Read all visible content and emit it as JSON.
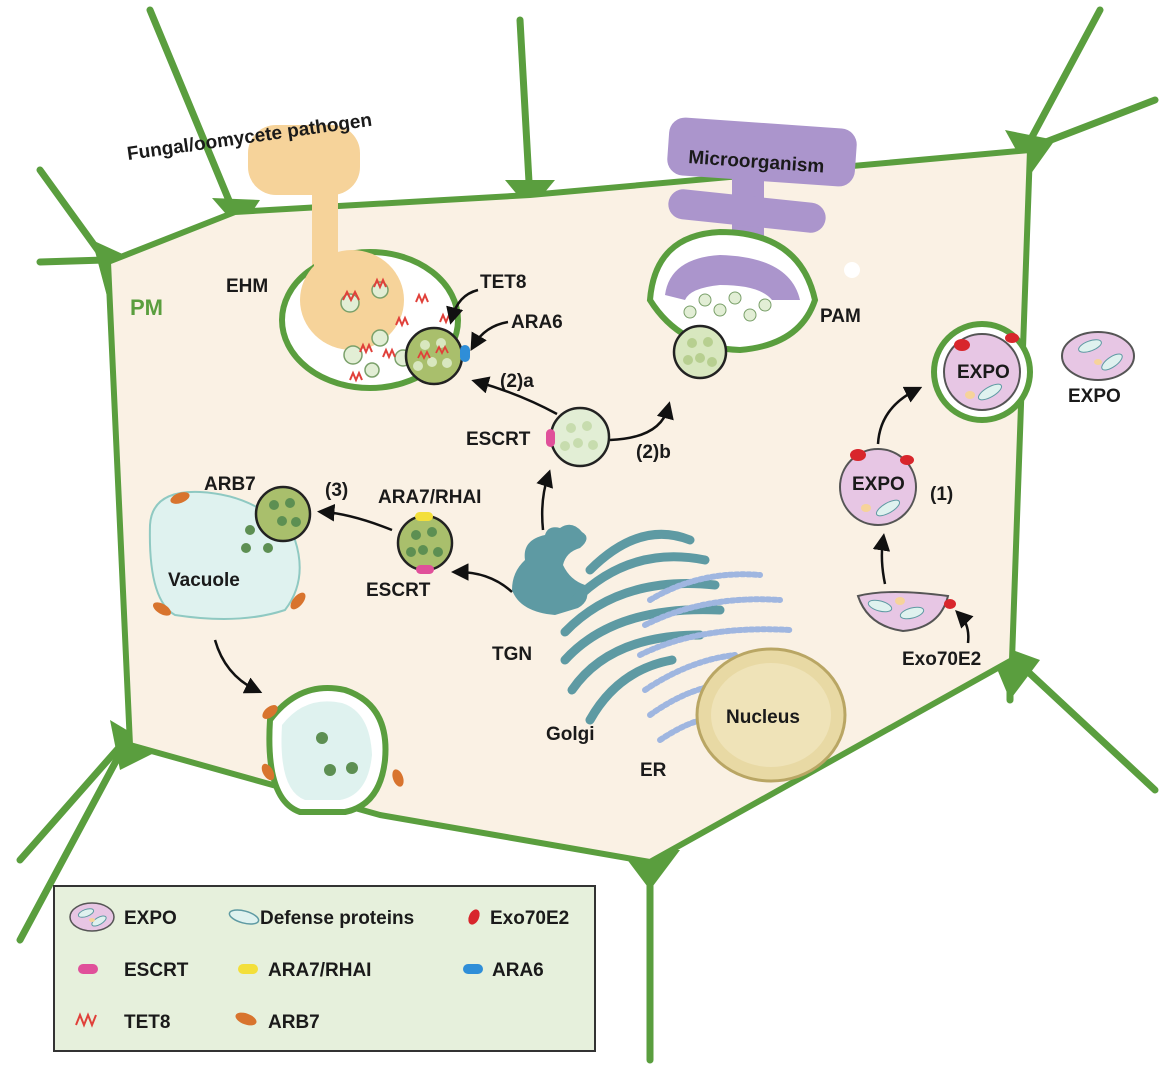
{
  "diagram": {
    "labels": {
      "pathogen": "Fungal/oomycete pathogen",
      "microorganism": "Microorganism",
      "pm": "PM",
      "ehm": "EHM",
      "pam": "PAM",
      "tet8": "TET8",
      "ara6": "ARA6",
      "route_2a": "(2)a",
      "route_2b": "(2)b",
      "escrt_top": "ESCRT",
      "escrt_mid": "ESCRT",
      "ara7": "ARA7/RHAI",
      "route_3": "(3)",
      "arb7": "ARB7",
      "vacuole": "Vacuole",
      "tgn": "TGN",
      "golgi": "Golgi",
      "er": "ER",
      "nucleus": "Nucleus",
      "expo_outside": "EXPO",
      "expo_fused": "EXPO",
      "expo_vesicle": "EXPO",
      "route_1": "(1)",
      "exo70e2": "Exo70E2"
    },
    "colors": {
      "cell_wall": "#5a9e3e",
      "cytoplasm": "#faf1e4",
      "pathogen": "#f6d39a",
      "microorganism": "#ab95cc",
      "vesicle": "#a9bf6c",
      "vesicle_light": "#e2eed5",
      "vacuole": "#dff2ef",
      "golgi": "#5e9aa3",
      "er": "#9fb6e0",
      "nucleus": "#e8d9a4",
      "expo": "#e7c6e4",
      "escrt": "#e0509a",
      "ara7": "#f3df3a",
      "ara6": "#2f8ed8",
      "exo70e2": "#d8262c",
      "arb7": "#d8742e",
      "tet8": "#e0403a"
    }
  },
  "legend": {
    "items": [
      {
        "label": "EXPO",
        "icon": "expo-icon"
      },
      {
        "label": "Defense proteins",
        "icon": "defense-protein-icon"
      },
      {
        "label": "Exo70E2",
        "icon": "exo70e2-icon"
      },
      {
        "label": "ESCRT",
        "icon": "escrt-icon"
      },
      {
        "label": "ARA7/RHAI",
        "icon": "ara7-icon"
      },
      {
        "label": "ARA6",
        "icon": "ara6-icon"
      },
      {
        "label": "TET8",
        "icon": "tet8-icon"
      },
      {
        "label": "ARB7",
        "icon": "arb7-icon"
      }
    ]
  }
}
